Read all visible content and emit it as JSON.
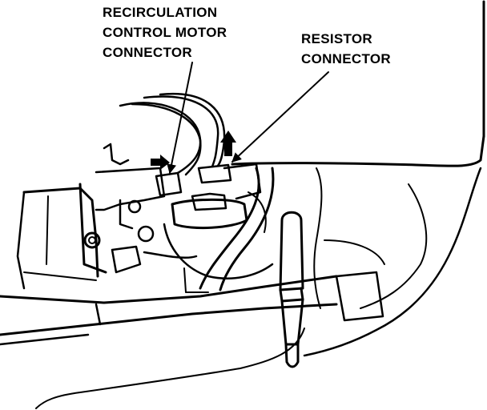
{
  "labels": {
    "recirculation_motor_connector": {
      "lines": [
        "RECIRCULATION",
        "CONTROL MOTOR",
        "CONNECTOR"
      ]
    },
    "resistor_connector": {
      "lines": [
        "RESISTOR",
        "CONNECTOR"
      ]
    }
  },
  "style": {
    "ink_color": "#000000",
    "background_color": "#ffffff"
  }
}
